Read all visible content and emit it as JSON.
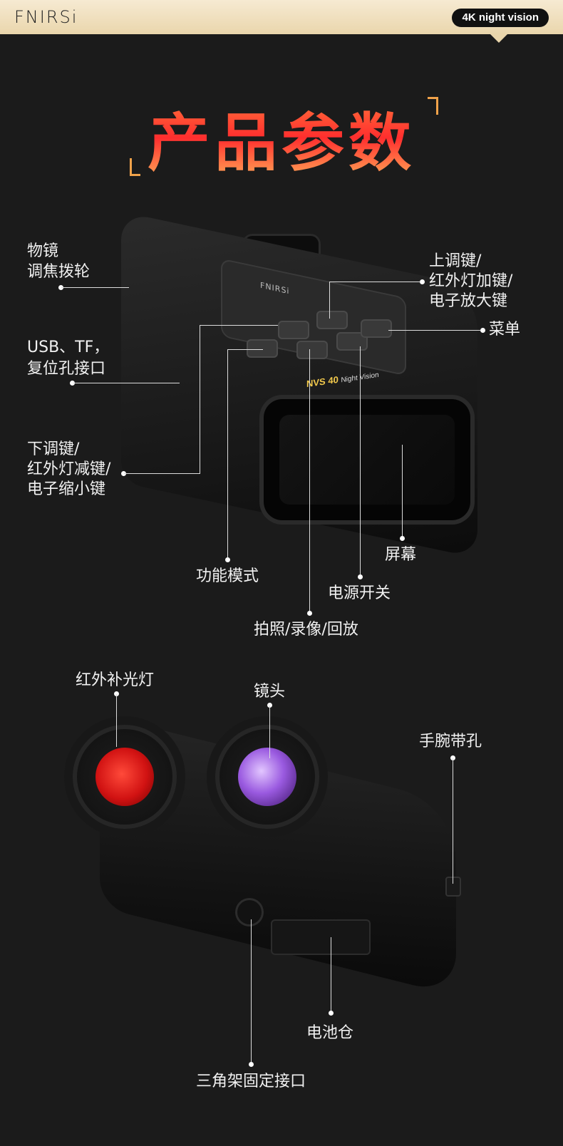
{
  "header": {
    "brand": "FNIRSi",
    "badge": "4K night vision"
  },
  "title": "产品参数",
  "product_top": {
    "logo": "FNIRSi",
    "model": "NVS 40",
    "model_sub": "Night Vision",
    "callouts": {
      "focus_wheel": [
        "物镜",
        "调焦拨轮"
      ],
      "usb": [
        "USB、TF，",
        "复位孔接口"
      ],
      "down_key": [
        "下调键/",
        "红外灯减键/",
        "电子缩小键"
      ],
      "up_key": [
        "上调键/",
        "红外灯加键/",
        "电子放大键"
      ],
      "menu": "菜单",
      "screen": "屏幕",
      "function_mode": "功能模式",
      "power": "电源开关",
      "photo": "拍照/录像/回放"
    }
  },
  "product_bottom": {
    "callouts": {
      "ir_light": "红外补光灯",
      "lens": "镜头",
      "strap_hole": "手腕带孔",
      "battery": "电池仓",
      "tripod": "三角架固定接口"
    }
  },
  "colors": {
    "accent": "#ff4a2e",
    "gold": "#ead6ac",
    "background": "#1b1b1b"
  }
}
